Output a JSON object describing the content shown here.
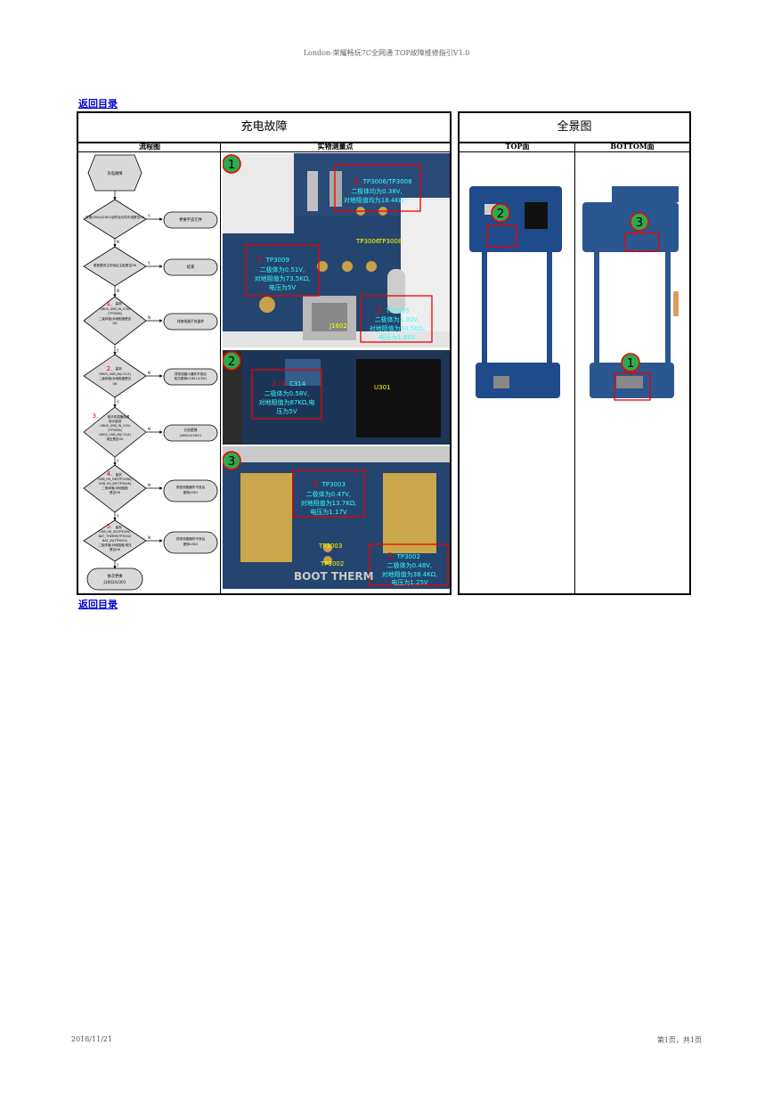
{
  "header": "London-荣耀畅玩7C全网通 TOP故障维修指引V1.0",
  "back_link": "返回目录",
  "left_table": {
    "title": "充电故障",
    "col_flow": "流程图",
    "col_points": "实物测量点"
  },
  "right_table": {
    "title": "全景图",
    "col_top": "TOP面",
    "col_bottom": "BOTTOM面"
  },
  "flow": {
    "start": "充电故障",
    "d1": "目视J1602/J1601及附近元件外观是否OK",
    "a1": "更换不良元件",
    "d2": "更换整完主件验证主板是否OK",
    "a2": "结束",
    "d3_num": "1.",
    "d3": [
      "量测",
      "VBUS_USB_IN_CON",
      "(TP3006)",
      "二级体值/对地阻值是否",
      "OK"
    ],
    "a3": "排查线路不良器件",
    "d4_num": "2.",
    "d4": [
      "量测",
      "VBUS_USB_IN(C314)",
      "二级体值/对地阻值是否",
      "OK"
    ],
    "a4": [
      "排查线路小器件不良后",
      "依次更换U1601/U301"
    ],
    "d5_num": "3.",
    "d5": [
      "接手机插播电源",
      "依次量测",
      "VBUS_USB_IN_CON",
      "(TP3006)",
      "VBUS_USB_IN(C314)",
      "电压是否OK"
    ],
    "a5": [
      "分别更换",
      "J1602/U1601"
    ],
    "d6_num": "4.",
    "d6": [
      "量测",
      "USB_HS_DM(TP3006)",
      "USB_HS_DP(TP3008)",
      "二极体值/对地阻值",
      "是否OK"
    ],
    "a6": [
      "排查线路器件不良后",
      "更换U301"
    ],
    "d7_num": "5.",
    "d7": [
      "量测",
      "USB_HS_ID(TP3005)",
      "BAT_THERM(TP3002)",
      "BAT_ID(TP3003)",
      "二极体值/对地阻值/电压",
      "是否OK"
    ],
    "a7": [
      "排查线路器件不良后",
      "更换U301"
    ],
    "end": [
      "依次更换",
      "J1602/U301"
    ],
    "yes": "Y",
    "no": "N"
  },
  "photo1": {
    "badge": "1",
    "n4": "4.",
    "t4": [
      "TP3006/TP3008",
      "二极体均为0.38V,",
      "对地阻值均为18.4KΩ！"
    ],
    "n1": "1.",
    "t1": [
      "TP3009",
      "二极体为0.51V,",
      "对地阻值为73.5KΩ,",
      "电压为5V"
    ],
    "n5": "5.",
    "t5": [
      "TP3005",
      "二极体为1.30V,",
      "对地阻值为34.5KΩ,",
      "电压为1.80V"
    ],
    "lbl_a": "TP3006",
    "lbl_b": "TP3008",
    "chip": "J1602"
  },
  "photo2": {
    "badge": "2",
    "n": "2./3.",
    "t": [
      "C314",
      "二极体为0.58V,",
      "对地阻值为87KΩ,电",
      "压为5V"
    ],
    "chip": "U301"
  },
  "photo3": {
    "badge": "3",
    "n1": "5.",
    "t1": [
      "TP3003",
      "二极体为0.47V,",
      "对地阻值为13.7KΩ,",
      "电压为1.17V"
    ],
    "n2": "5.",
    "t2": [
      "TP3002",
      "二极体为0.48V,",
      "对地阻值为38.4KΩ,",
      "电压为1.25V"
    ],
    "lbl_a": "TP3003",
    "lbl_b": "TP3002",
    "silk": "BOOT THERM"
  },
  "overview": {
    "badge1": "1",
    "badge2": "2",
    "badge3": "3"
  },
  "footer": {
    "date": "2018/11/21",
    "page": "第1页，共1页"
  }
}
